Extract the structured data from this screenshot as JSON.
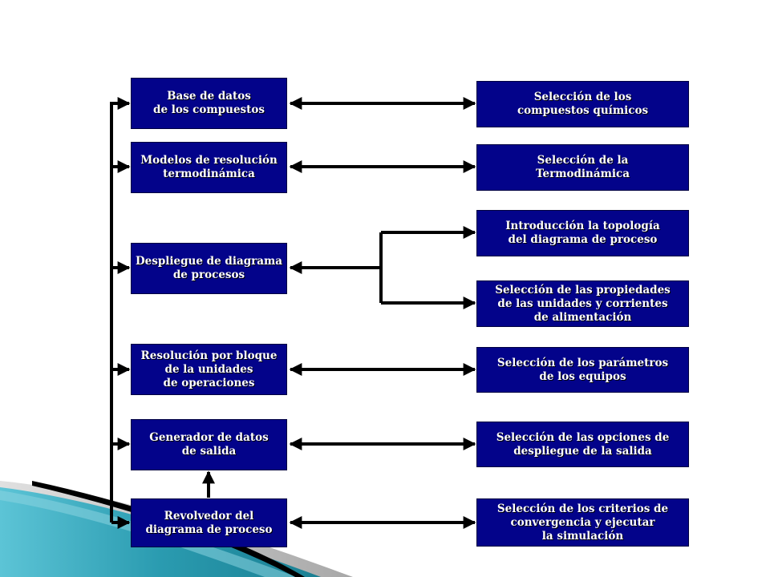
{
  "diagram": {
    "left_boxes": [
      {
        "id": "base-datos",
        "label": "Base de datos\nde los compuestos"
      },
      {
        "id": "modelos",
        "label": "Modelos de resolución\ntermodinámica"
      },
      {
        "id": "despliegue",
        "label": "Despliegue de diagrama\nde  procesos"
      },
      {
        "id": "resolucion",
        "label": "Resolución por bloque\nde la unidades\nde operaciones"
      },
      {
        "id": "generador",
        "label": "Generador de  datos\nde salida"
      },
      {
        "id": "revolvedor",
        "label": "Revolvedor del\ndiagrama de proceso"
      }
    ],
    "right_boxes": [
      {
        "id": "sel-compuestos",
        "label": "Selección de los\ncompuestos químicos"
      },
      {
        "id": "sel-termo",
        "label": "Selección de la\nTermodinámica"
      },
      {
        "id": "intro-topologia",
        "label": "Introducción la topología\ndel diagrama de proceso"
      },
      {
        "id": "sel-propiedades",
        "label": "Selección de las propiedades\nde las unidades y corrientes\nde alimentación"
      },
      {
        "id": "sel-parametros",
        "label": "Selección de los parámetros\nde los equipos"
      },
      {
        "id": "sel-opciones",
        "label": "Selección de las opciones de\ndespliegue de la salida"
      },
      {
        "id": "sel-criterios",
        "label": "Selección de los criterios de\nconvergencia y ejecutar\nla simulación"
      }
    ],
    "colors": {
      "box_fill": "#03038a",
      "box_text": "#ffffff",
      "line": "#000000",
      "accent_teal": "#1f8fa0"
    }
  }
}
